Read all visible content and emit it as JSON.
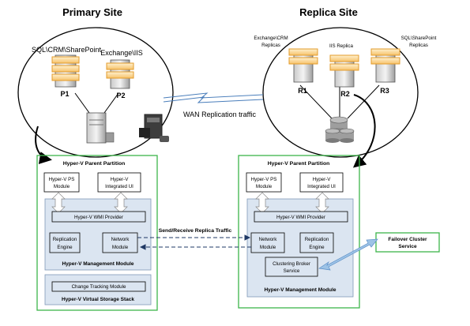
{
  "sites": {
    "primary": {
      "title": "Primary Site",
      "servers": [
        {
          "name": "P1",
          "role": "SQL\\CRM\\SharePoint"
        },
        {
          "name": "P2",
          "role": "Exchange\\IIS"
        }
      ]
    },
    "replica": {
      "title": "Replica Site",
      "servers": [
        {
          "name": "R1",
          "role": "Exchange\\CRM",
          "role2": "Replicas"
        },
        {
          "name": "R2",
          "role": "IIS Replica",
          "role2": ""
        },
        {
          "name": "R3",
          "role": "SQL\\SharePoint",
          "role2": "Replicas"
        }
      ]
    }
  },
  "wan_label": "WAN Replication traffic",
  "left_partition": {
    "title": "Hyper-V Parent Partition",
    "ps_module": [
      "Hyper-V PS",
      "Module"
    ],
    "integrated_ui": [
      "Hyper-V",
      "Integrated UI"
    ],
    "wmi_provider": "Hyper-V WMI Provider",
    "replication_engine": [
      "Replication",
      "Engine"
    ],
    "network_module": [
      "Network",
      "Module"
    ],
    "management_module": "Hyper-V Management Module",
    "change_tracking": "Change Tracking Module",
    "storage_stack": "Hyper-V Virtual Storage Stack"
  },
  "right_partition": {
    "title": "Hyper-V Parent Partition",
    "ps_module": [
      "Hyper-V PS",
      "Module"
    ],
    "integrated_ui": [
      "Hyper-V",
      "Integrated UI"
    ],
    "wmi_provider": "Hyper-V WMI Provider",
    "network_module": [
      "Network",
      "Module"
    ],
    "replication_engine": [
      "Replication",
      "Engine"
    ],
    "clustering_broker": [
      "Clustering Broker",
      "Service"
    ],
    "management_module": "Hyper-V Management Module"
  },
  "traffic_label": "Send/Receive Replica Traffic",
  "failover": [
    "Failover Cluster",
    "Service"
  ],
  "colors": {
    "frame_green": "#3db54a",
    "module_fill": "#dbe5f1",
    "module_stroke": "#7f98b8",
    "dashed_arrow": "#1f3864",
    "server_highlight": "#f5a623"
  }
}
